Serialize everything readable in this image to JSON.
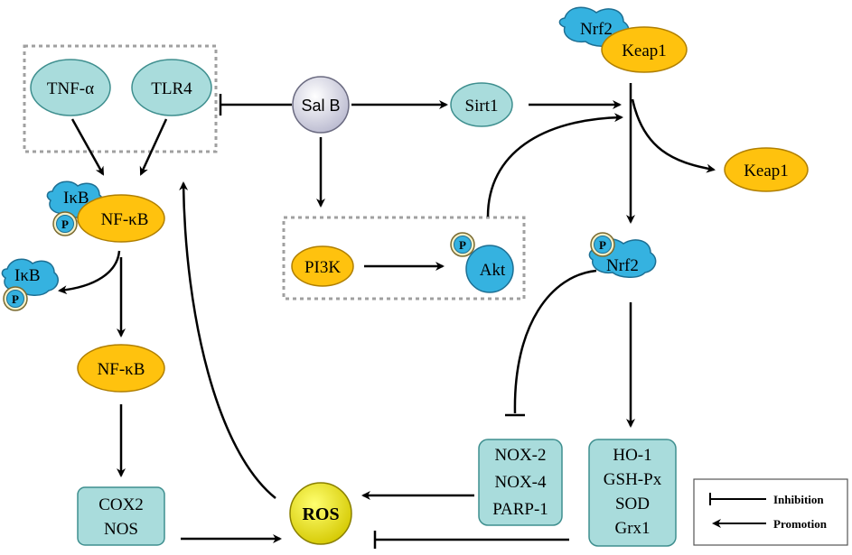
{
  "colors": {
    "cyan_fill": "#a9dcdc",
    "cyan_stroke": "#3f8f8f",
    "orange_fill": "#ffc20e",
    "orange_stroke": "#b07f00",
    "blue_protein": "#35b2e0",
    "yellow_ros": "#e8e000",
    "dotted_box": "#a0a0a0"
  },
  "nodes": {
    "tnf": "TNF-α",
    "tlr4": "TLR4",
    "salb": "Sal B",
    "sirt1": "Sirt1",
    "nrf2_top": "Nrf2",
    "keap1_top": "Keap1",
    "keap1_free": "Keap1",
    "ikb_complex": "IκB",
    "nfkb_complex": "NF-κB",
    "ikb_free": "IκB",
    "nfkb_free": "NF-κB",
    "pi3k": "PI3K",
    "akt": "Akt",
    "nrf2_p": "Nrf2",
    "p_label": "P",
    "nox_box": [
      "NOX-2",
      "NOX-4",
      "PARP-1"
    ],
    "ho_box": [
      "HO-1",
      "GSH-Px",
      "SOD",
      "Grx1"
    ],
    "cox_box": [
      "COX2",
      "NOS"
    ],
    "ros": "ROS"
  },
  "legend": {
    "inhibition": "Inhibition",
    "promotion": "Promotion"
  }
}
